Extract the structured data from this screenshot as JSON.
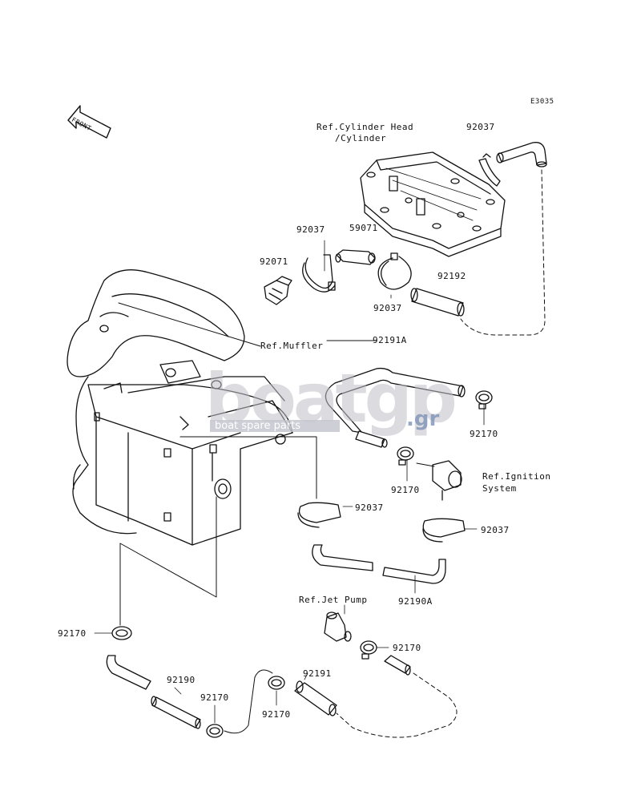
{
  "diagram": {
    "code": "E3035",
    "front_label": "FRONT",
    "refs": {
      "cylinder_head": [
        "Ref.Cylinder Head",
        "/Cylinder"
      ],
      "muffler": "Ref.Muffler",
      "ignition": [
        "Ref.Ignition",
        "System"
      ],
      "jet_pump": "Ref.Jet Pump"
    },
    "parts": {
      "p1": "92037",
      "p2": "92037",
      "p3": "59071",
      "p4": "92071",
      "p5": "92192",
      "p6": "92037",
      "p7": "92191A",
      "p8": "92170",
      "p9": "92170",
      "p10": "92037",
      "p11": "92037",
      "p12": "92190A",
      "p13": "92170",
      "p14": "92170",
      "p15": "92190",
      "p16": "92170",
      "p17": "92170",
      "p18": "92191"
    }
  },
  "watermark": {
    "brand": "boatgp",
    "suffix": ".gr",
    "tagline": "boat spare parts",
    "colors": {
      "main": "#b9b9c4",
      "suffix": "#7d93b8"
    }
  }
}
